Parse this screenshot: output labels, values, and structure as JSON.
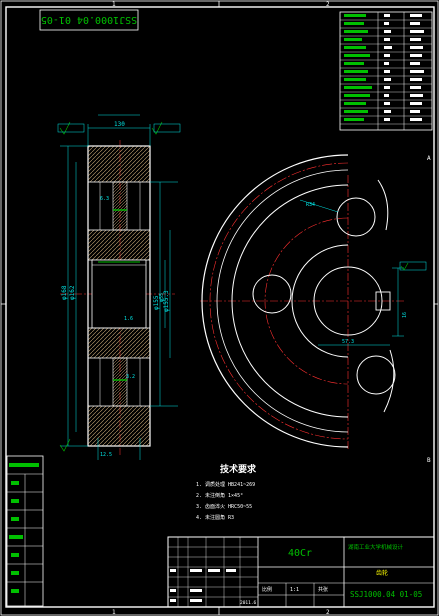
{
  "drawing_number": "SSJ1000.04 01-05",
  "material": "40Cr",
  "part_title": "齿轮",
  "design_unit": "湖南工业大学机械设计",
  "border_refs": {
    "top": [
      "1",
      "2"
    ],
    "right": [
      "A",
      "B"
    ],
    "bottom": [
      "1",
      "2"
    ]
  },
  "dimensions": [
    "130",
    "φ168",
    "φ162",
    "φ155",
    "φ155.3",
    "φ55",
    "1.6",
    "3.2",
    "6.3",
    "12.5"
  ],
  "tech_req_title": "技术要求",
  "tech_req_lines": [
    "1. 调质处理 HB241~269",
    "2. 未注倒角 1×45°",
    "3. 齿面淬火 HRC50~55",
    "4. 未注圆角 R3"
  ],
  "title_block": {
    "scale_label": "比例",
    "scale_value": "1:1",
    "sheet_label": "共张",
    "date": "2011.6"
  },
  "colors": {
    "frame": "#ffffff",
    "dimension": "#00e5e5",
    "centerline": "#ff3030",
    "accent": "#00c000",
    "highlight": "#ffff00",
    "hatch": "#c8a878"
  }
}
